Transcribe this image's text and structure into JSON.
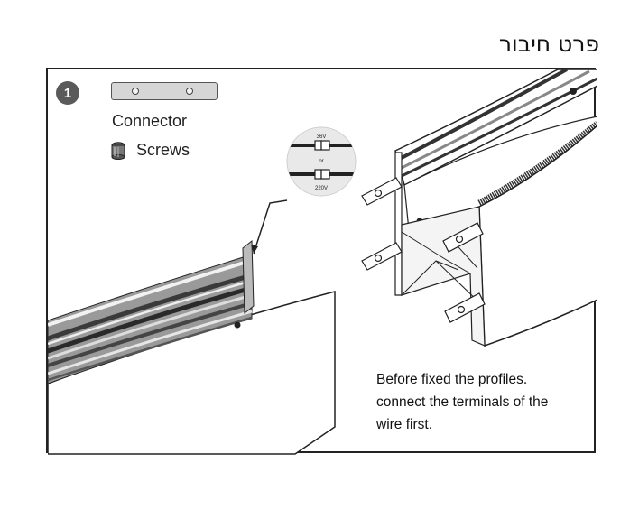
{
  "page": {
    "title": "פרט חיבור"
  },
  "step": {
    "number": "1"
  },
  "legend": {
    "connector_label": "Connector",
    "screws_label": "Screws"
  },
  "callout": {
    "top_label": "36V",
    "middle_label": "or",
    "bottom_label": "220V"
  },
  "instruction": {
    "lines": [
      "Before fixed the profiles.",
      "connect the terminals of the",
      "wire first."
    ]
  },
  "colors": {
    "frame": "#222222",
    "badge": "#5a5a5a",
    "metal_light": "#d6d6d6",
    "metal_dark": "#4a4a4a"
  }
}
